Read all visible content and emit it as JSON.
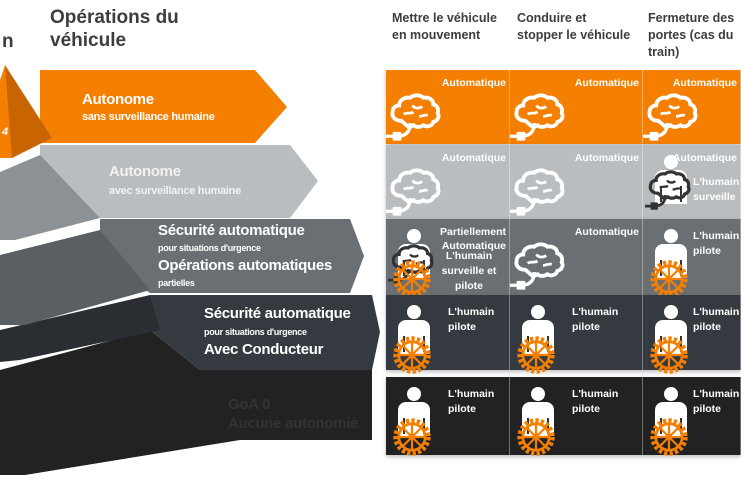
{
  "left_title_fragment": "n",
  "title": "Opérations du véhicule",
  "columns": [
    "Mettre le véhicule en mouvement",
    "Conduire et stopper le véhicule",
    "Fermeture des portes (cas du train)"
  ],
  "pyramid": {
    "apex_label": "4",
    "levels": [
      {
        "main": "Autonome",
        "sub": "sans surveillance humaine",
        "color": "#f47f00"
      },
      {
        "main": "Autonome",
        "sub": "avec surveillance humaine",
        "color": "#b9bdbf"
      },
      {
        "main": "Sécurité automatique",
        "sub": "pour situations d'urgence",
        "main2": "Opérations automatiques",
        "sub2": "partielles",
        "color": "#6a6f74"
      },
      {
        "main": "Sécurité automatique",
        "sub": "pour situations d'urgence",
        "main2": "Avec Conducteur",
        "color": "#353a41"
      },
      {
        "main": "GoA 0",
        "main2": "Aucune autonomie",
        "color": "#222222"
      }
    ]
  },
  "rows": [
    {
      "color": "#f47f00",
      "cells": [
        {
          "text": "Automatique",
          "icon": "brain-icon"
        },
        {
          "text": "Automatique",
          "icon": "brain-icon"
        },
        {
          "text": "Automatique",
          "icon": "brain-icon"
        }
      ]
    },
    {
      "color": "#b9bdbf",
      "cells": [
        {
          "text": "Automatique",
          "icon": "brain-icon"
        },
        {
          "text": "Automatique",
          "icon": "brain-icon"
        },
        {
          "text": "Automatique",
          "text2": "L'humain surveille",
          "icon": "person-brain-icon"
        }
      ]
    },
    {
      "color": "#6a6f74",
      "cells": [
        {
          "text": "Partiellement Automatique",
          "text2": "L'humain surveille et pilote",
          "icon": "person-brain-wheel-icon"
        },
        {
          "text": "Automatique",
          "icon": "brain-icon"
        },
        {
          "text": "L'humain pilote",
          "icon": "person-wheel-icon"
        }
      ]
    },
    {
      "color": "#353a41",
      "cells": [
        {
          "text": "L'humain pilote",
          "icon": "person-wheel-icon"
        },
        {
          "text": "L'humain pilote",
          "icon": "person-wheel-icon"
        },
        {
          "text": "L'humain pilote",
          "icon": "person-wheel-icon"
        }
      ]
    },
    {
      "color": "#222222",
      "cells": [
        {
          "text": "L'humain pilote",
          "icon": "person-wheel-icon"
        },
        {
          "text": "L'humain pilote",
          "icon": "person-wheel-icon"
        },
        {
          "text": "L'humain pilote",
          "icon": "person-wheel-icon"
        }
      ]
    }
  ],
  "accent": "#f47f00"
}
